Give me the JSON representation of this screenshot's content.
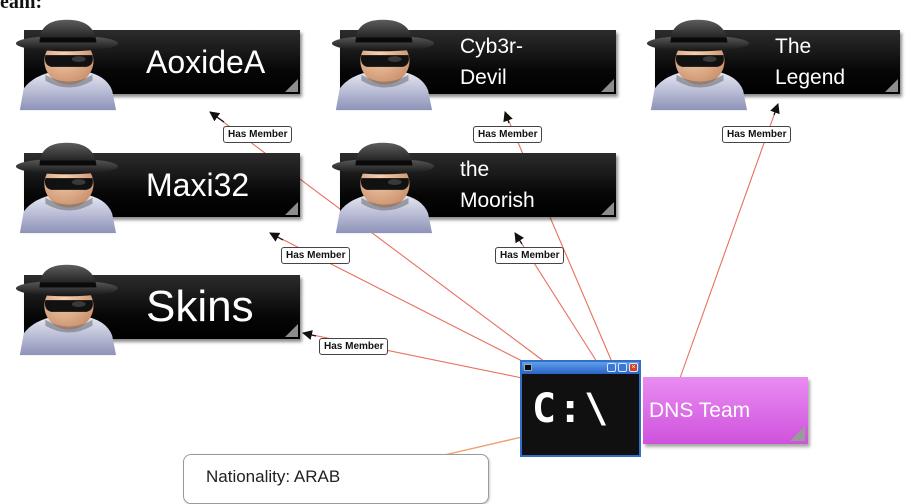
{
  "page": {
    "title_fragment": "eam:"
  },
  "colors": {
    "edge": "#e87060",
    "attribute_edge": "#f0a070",
    "member_node": "#0a0a0a",
    "team_node": "#e070ec"
  },
  "members": [
    {
      "id": "aoxidea",
      "label": "AoxideA",
      "icon": "hacker-icon"
    },
    {
      "id": "cyb3r-devil",
      "label": "Cyb3r-\nDevil",
      "icon": "hacker-icon"
    },
    {
      "id": "the-legend",
      "label": "The\nLegend",
      "icon": "hacker-icon"
    },
    {
      "id": "maxi32",
      "label": "Maxi32",
      "icon": "hacker-icon"
    },
    {
      "id": "the-moorish",
      "label": "the\nMoorish",
      "icon": "hacker-icon"
    },
    {
      "id": "skins",
      "label": "Skins",
      "icon": "hacker-icon"
    }
  ],
  "edges": [
    {
      "from": "DNS Team",
      "to": "AoxideA",
      "label": "Has Member"
    },
    {
      "from": "DNS Team",
      "to": "Cyb3r-Devil",
      "label": "Has Member"
    },
    {
      "from": "DNS Team",
      "to": "The Legend",
      "label": "Has Member"
    },
    {
      "from": "DNS Team",
      "to": "Maxi32",
      "label": "Has Member"
    },
    {
      "from": "DNS Team",
      "to": "the Moorish",
      "label": "Has Member"
    },
    {
      "from": "DNS Team",
      "to": "Skins",
      "label": "Has Member"
    }
  ],
  "team": {
    "label": "DNS Team",
    "icon": "command-prompt-icon",
    "prompt": "C:\\"
  },
  "attribute": {
    "text": "Nationality: ARAB"
  }
}
